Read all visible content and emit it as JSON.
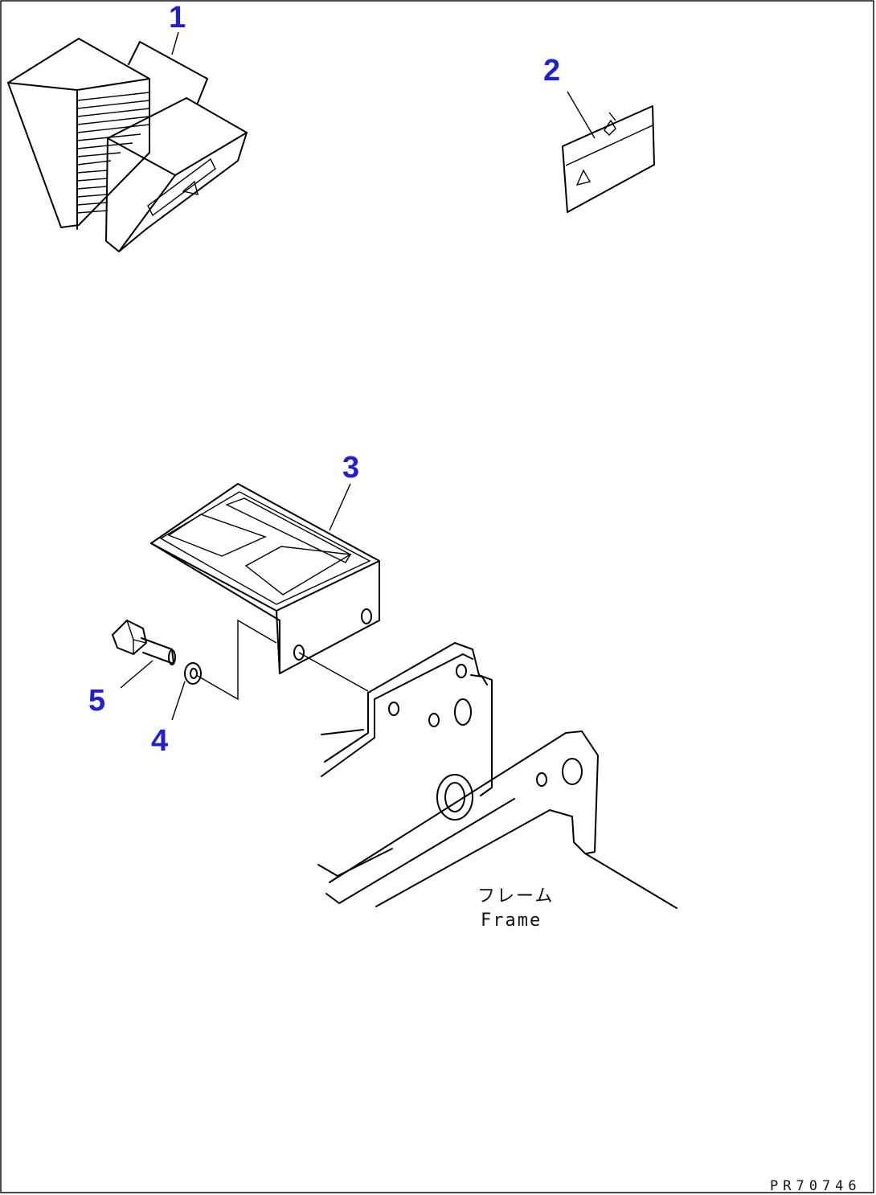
{
  "parts": [
    {
      "number": "1",
      "icon": "chock-icon"
    },
    {
      "number": "2",
      "icon": "caution-plate-icon"
    },
    {
      "number": "3",
      "icon": "bracket-icon"
    },
    {
      "number": "4",
      "icon": "washer-icon"
    },
    {
      "number": "5",
      "icon": "bolt-icon"
    }
  ],
  "frame_label": {
    "japanese": "フレーム",
    "english": "Frame"
  },
  "drawing_code": "PR70746",
  "colors": {
    "callout": "#1f1fd6",
    "line": "#000000",
    "background": "#ffffff"
  }
}
